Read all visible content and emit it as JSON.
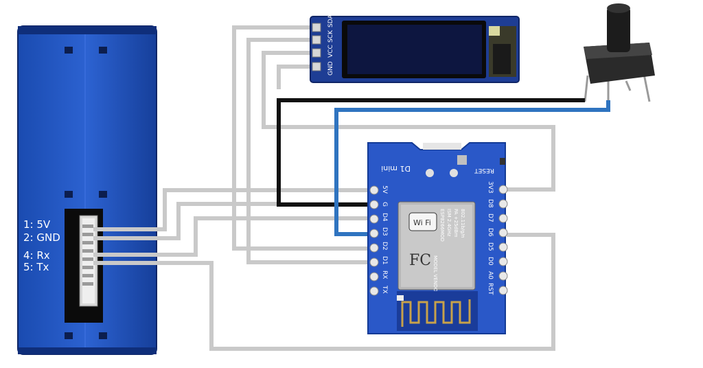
{
  "sensor": {
    "pins": [
      {
        "label": "1: 5V"
      },
      {
        "label": "2: GND"
      },
      {
        "label": "4: Rx"
      },
      {
        "label": "5: Tx"
      }
    ]
  },
  "oled": {
    "pins": [
      "GND",
      "VCC",
      "SCK",
      "SDA"
    ]
  },
  "board": {
    "title": "D1 mini",
    "reset_label": "RESET",
    "left_pins": [
      "5V",
      "G",
      "D4",
      "D3",
      "D2",
      "D1",
      "RX",
      "TX"
    ],
    "right_pins": [
      "3V3",
      "D8",
      "D7",
      "D6",
      "D5",
      "D0",
      "A0",
      "RST"
    ],
    "module": {
      "wifi": "Wi Fi",
      "model_line": "ESP8266MOD",
      "lines": [
        "ISM 2.4GHz",
        "PA +25dBm",
        "802.11b/g/n"
      ],
      "vendor": "MODEL VENDOR",
      "fcc": "FC"
    }
  },
  "colors": {
    "wire_gray": "#c9c9c9",
    "wire_black": "#111111",
    "wire_blue": "#2f74c0",
    "sensor_blue": "#1f4fb6",
    "board_blue": "#2a58c8",
    "pcb_blue": "#1a3c9a"
  }
}
